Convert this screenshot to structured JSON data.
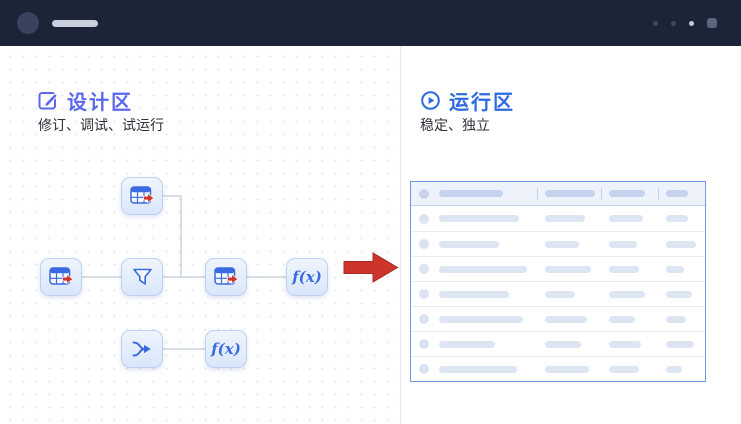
{
  "colors": {
    "topbar_bg": "#1c2438",
    "design_accent": "#5b68ee",
    "run_accent": "#2b6ae0",
    "node_blue": "#3a6ae0",
    "arrow_red": "#cd352c",
    "connector_line": "#ccd3de",
    "table_border": "#6f9ae6"
  },
  "design": {
    "title": "设计区",
    "subtitle": "修订、调试、试运行"
  },
  "run": {
    "title": "运行区",
    "subtitle": "稳定、独立",
    "table": {
      "header": [
        64,
        50,
        36,
        22
      ],
      "rows": [
        [
          80,
          40,
          34,
          22
        ],
        [
          60,
          34,
          28,
          30
        ],
        [
          88,
          46,
          30,
          18
        ],
        [
          70,
          30,
          36,
          26
        ],
        [
          84,
          42,
          26,
          20
        ],
        [
          56,
          36,
          32,
          28
        ],
        [
          78,
          44,
          30,
          16
        ]
      ]
    }
  },
  "flow": {
    "fx_label": "f(x)",
    "node_kinds": [
      "source-table",
      "input-table",
      "filter",
      "merge",
      "output-table",
      "function",
      "function"
    ]
  },
  "icons": {
    "design_header": "edit-pencil-square-icon",
    "run_header": "play-circle-icon",
    "flow_arrow": "big-red-arrow-icon"
  }
}
